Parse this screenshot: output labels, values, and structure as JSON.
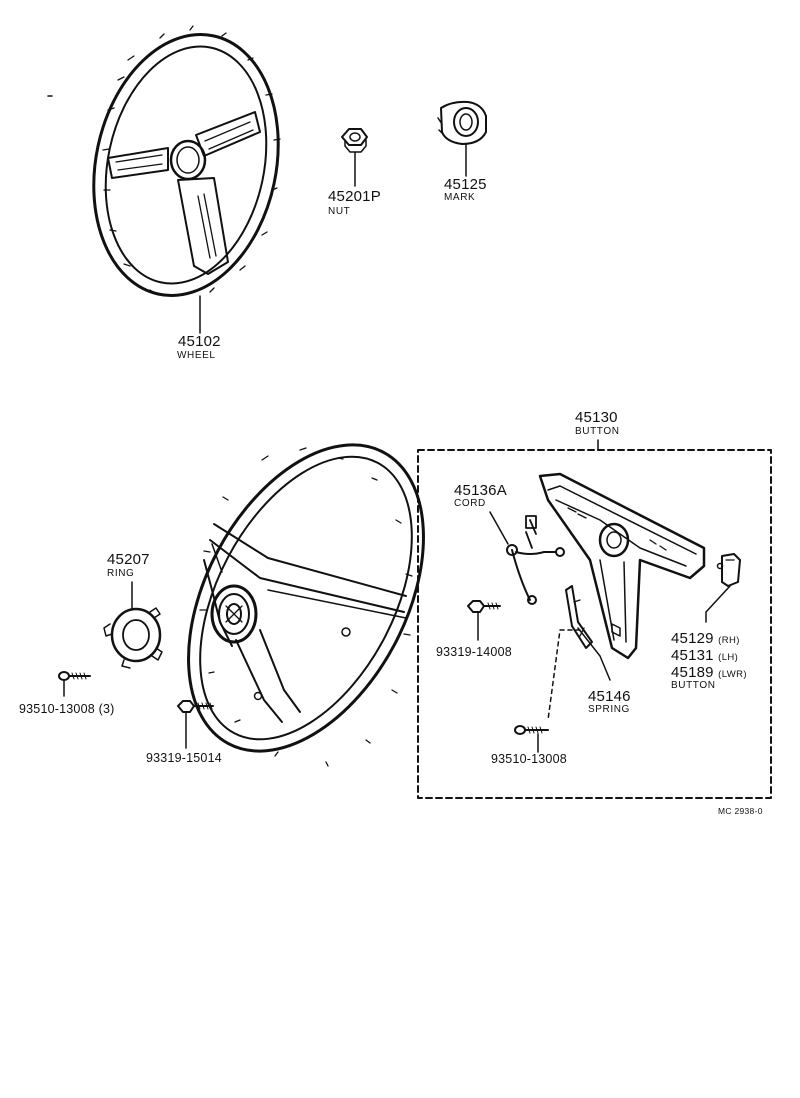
{
  "parts": {
    "wheel": {
      "number": "45102",
      "name": "WHEEL"
    },
    "nut": {
      "number": "45201P",
      "name": "NUT"
    },
    "mark": {
      "number": "45125",
      "name": "MARK"
    },
    "button_assy": {
      "number": "45130",
      "name": "BUTTON"
    },
    "cord": {
      "number": "45136A",
      "name": "CORD"
    },
    "ring": {
      "number": "45207",
      "name": "RING"
    },
    "screw_ring": {
      "number": "93510-13008",
      "qty": "(3)"
    },
    "screw_center": {
      "number": "93319-15014"
    },
    "screw_cord": {
      "number": "93319-14008"
    },
    "screw_spring": {
      "number": "93510-13008"
    },
    "spring": {
      "number": "45146",
      "name": "SPRING"
    },
    "side_button": {
      "rows": [
        {
          "number": "45129",
          "side": "(RH)"
        },
        {
          "number": "45131",
          "side": "(LH)"
        },
        {
          "number": "45189",
          "side": "(LWR)"
        }
      ],
      "name": "BUTTON"
    }
  },
  "figure_code": "MC 2938-0"
}
